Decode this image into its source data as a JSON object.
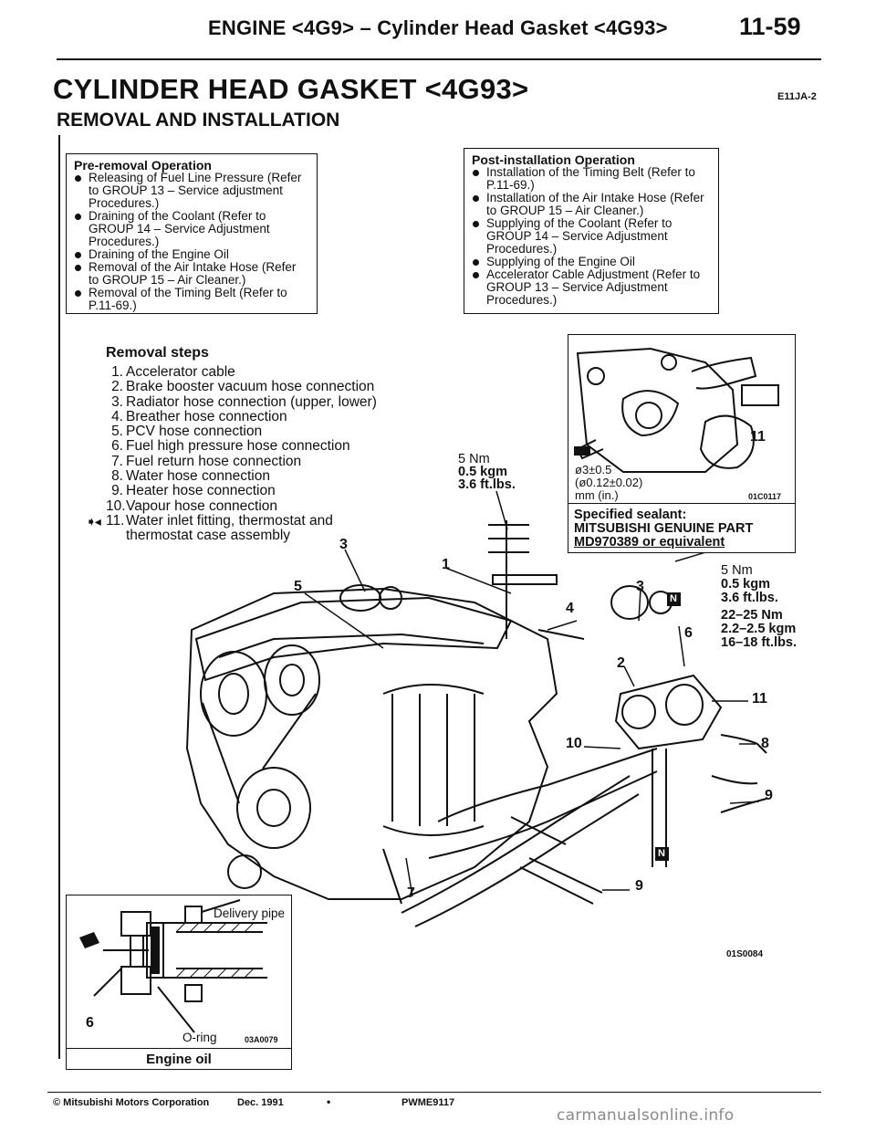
{
  "header": {
    "title": "ENGINE <4G9> – Cylinder Head Gasket <4G93>",
    "page": "11-59"
  },
  "main": {
    "title": "CYLINDER HEAD GASKET <4G93>",
    "code": "E11JA-2",
    "subtitle": "REMOVAL AND INSTALLATION"
  },
  "pre_removal": {
    "title": "Pre-removal Operation",
    "items": [
      "Releasing of Fuel Line Pressure (Refer to GROUP 13 – Service adjustment Procedures.)",
      "Draining of the Coolant (Refer to GROUP 14 – Service Adjustment Procedures.)",
      "Draining of the Engine Oil",
      "Removal of the Air Intake Hose (Refer to GROUP 15 – Air Cleaner.)",
      "Removal of the Timing Belt (Refer to P.11-69.)"
    ]
  },
  "post_installation": {
    "title": "Post-installation Operation",
    "items": [
      "Installation of the Timing Belt (Refer to P.11-69.)",
      "Installation of the Air Intake Hose (Refer to GROUP 15 – Air Cleaner.)",
      "Supplying of the Coolant (Refer to GROUP 14 – Service Adjustment Procedures.)",
      "Supplying of the Engine Oil",
      "Accelerator Cable Adjustment (Refer to GROUP 13 – Service Adjustment Procedures.)"
    ]
  },
  "removal_steps": {
    "title": "Removal steps",
    "items": [
      {
        "num": "1.",
        "mark": "",
        "text": "Accelerator cable"
      },
      {
        "num": "2.",
        "mark": "",
        "text": "Brake booster vacuum hose connection"
      },
      {
        "num": "3.",
        "mark": "",
        "text": "Radiator hose connection (upper, lower)"
      },
      {
        "num": "4.",
        "mark": "",
        "text": "Breather hose connection"
      },
      {
        "num": "5.",
        "mark": "",
        "text": "PCV hose connection"
      },
      {
        "num": "6.",
        "mark": "",
        "text": "Fuel high pressure hose connection"
      },
      {
        "num": "7.",
        "mark": "",
        "text": "Fuel return hose connection"
      },
      {
        "num": "8.",
        "mark": "",
        "text": "Water hose connection"
      },
      {
        "num": "9.",
        "mark": "",
        "text": "Heater hose connection"
      },
      {
        "num": "10.",
        "mark": "",
        "text": "Vapour hose connection"
      },
      {
        "num": "11.",
        "mark": "➧◂",
        "text": "Water inlet fitting, thermostat and thermostat case assembly"
      }
    ]
  },
  "torques": {
    "left": {
      "nm": "5 Nm",
      "kgm": "0.5 kgm",
      "ftlbs": "3.6 ft.lbs."
    },
    "right_upper": {
      "nm": "5 Nm",
      "kgm": "0.5 kgm",
      "ftlbs": "3.6 ft.lbs."
    },
    "right_lower": {
      "nm": "22–25 Nm",
      "kgm": "2.2–2.5 kgm",
      "ftlbs": "16–18 ft.lbs."
    }
  },
  "inset": {
    "dim1": "ø3±0.5",
    "dim2": "(ø0.12±0.02)",
    "unit": "mm (in.)",
    "code": "01C0117",
    "part_num": "11",
    "sealant_label": "Specified sealant:",
    "sealant_line1": "MITSUBISHI GENUINE PART",
    "sealant_line2": "MD970389 or equivalent"
  },
  "callouts": {
    "c1": "1",
    "c2": "2",
    "c3a": "3",
    "c3b": "3",
    "c4": "4",
    "c5": "5",
    "c6": "6",
    "c7": "7",
    "c8": "8",
    "c9a": "9",
    "c9b": "9",
    "c10": "10",
    "c11": "11",
    "n_mark": "N"
  },
  "oil_inset": {
    "delivery_pipe": "Delivery pipe",
    "oring": "O-ring",
    "code": "03A0079",
    "num": "6",
    "label": "Engine oil"
  },
  "figure_code": "01S0084",
  "footer": {
    "copyright": "© Mitsubishi Motors Corporation",
    "date": "Dec. 1991",
    "dot": "•",
    "code": "PWME9117"
  },
  "watermark": "carmanualsonline.info"
}
